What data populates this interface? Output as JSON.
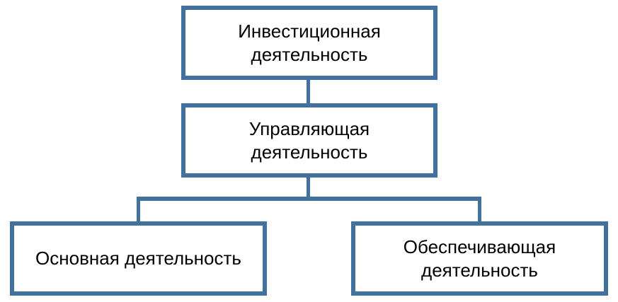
{
  "diagram": {
    "type": "hierarchy-flowchart",
    "background_color": "#ffffff",
    "accent_color": "#41719C",
    "text_color": "#000000",
    "nodes": [
      {
        "id": "investment",
        "label": "Инвестиционная деятельность",
        "level": 1
      },
      {
        "id": "management",
        "label": "Управляющая деятельность",
        "level": 2
      },
      {
        "id": "main",
        "label": "Основная деятельность",
        "level": 3
      },
      {
        "id": "supporting",
        "label": "Обеспечивающая деятельность",
        "level": 3
      }
    ],
    "edges": [
      {
        "from": "investment",
        "to": "management"
      },
      {
        "from": "management",
        "to": "main"
      },
      {
        "from": "management",
        "to": "supporting"
      }
    ]
  }
}
